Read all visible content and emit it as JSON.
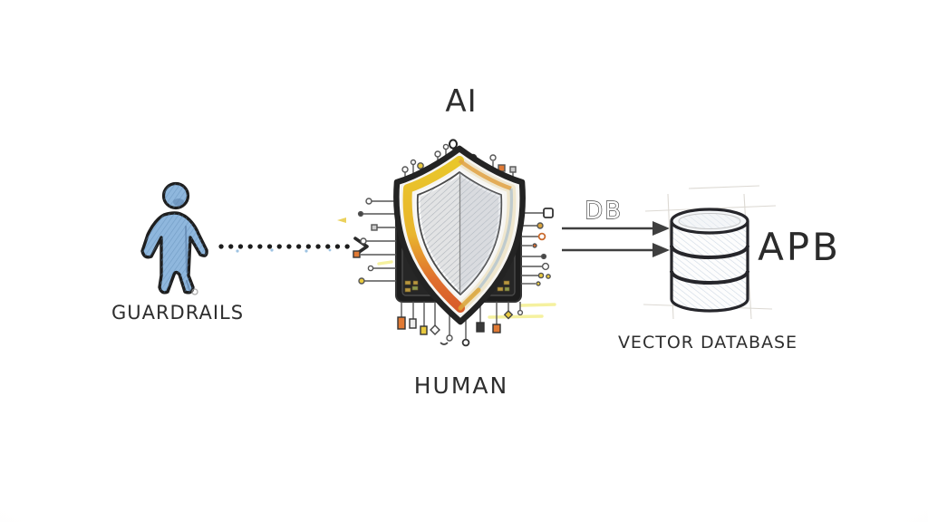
{
  "diagram": {
    "nodes": {
      "guardrails": {
        "label": "GUARDRAILS",
        "icon": "person-icon"
      },
      "ai": {
        "label": "AI"
      },
      "human": {
        "label": "HUMAN",
        "icon": "shield-chip-icon"
      },
      "vector_database": {
        "label": "VECTOR DATABASE",
        "icon": "database-icon"
      },
      "apb": {
        "label": "APB"
      }
    },
    "connections": {
      "person_to_shield": {
        "style": "dotted-arrow",
        "label": ""
      },
      "shield_to_database": {
        "style": "double-arrow",
        "label": "DB"
      }
    },
    "colors": {
      "ink": "#2e2e2e",
      "person_blue": "#8fb7dd",
      "person_blue_dark": "#5d83ad",
      "shield_yellow": "#e9c72b",
      "shield_orange": "#e0702e",
      "shield_cream": "#efe6cd",
      "shield_face": "#e2e3e4",
      "chip_dark": "#1d1d1d",
      "arrow_gray": "#3f3f3f",
      "db_hatch": "#b9c8d8",
      "pad_gold": "#b9973f",
      "component_orange": "#e07a35",
      "component_yellow": "#e8c93f"
    }
  }
}
